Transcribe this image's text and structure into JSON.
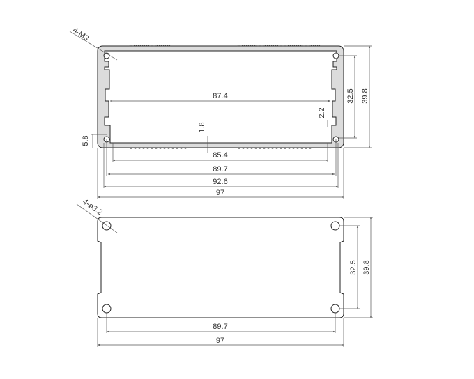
{
  "profile_view": {
    "callout": "4-M3",
    "dims": {
      "inner_width": "87.4",
      "base_inner": "85.4",
      "hole_pitch": "89.7",
      "slot_width": "92.6",
      "overall_width": "97",
      "hole_height": "32.5",
      "overall_height": "39.8",
      "hole_offset": "5.8",
      "wall": "1.8",
      "slot": "2.2"
    }
  },
  "end_panel_view": {
    "callout": "4-ø3.2",
    "dims": {
      "hole_pitch": "89.7",
      "overall_width": "97",
      "hole_height": "32.5",
      "overall_height": "39.8"
    }
  },
  "colors": {
    "profile_fill": "#dcdcdc",
    "line": "#222222"
  }
}
